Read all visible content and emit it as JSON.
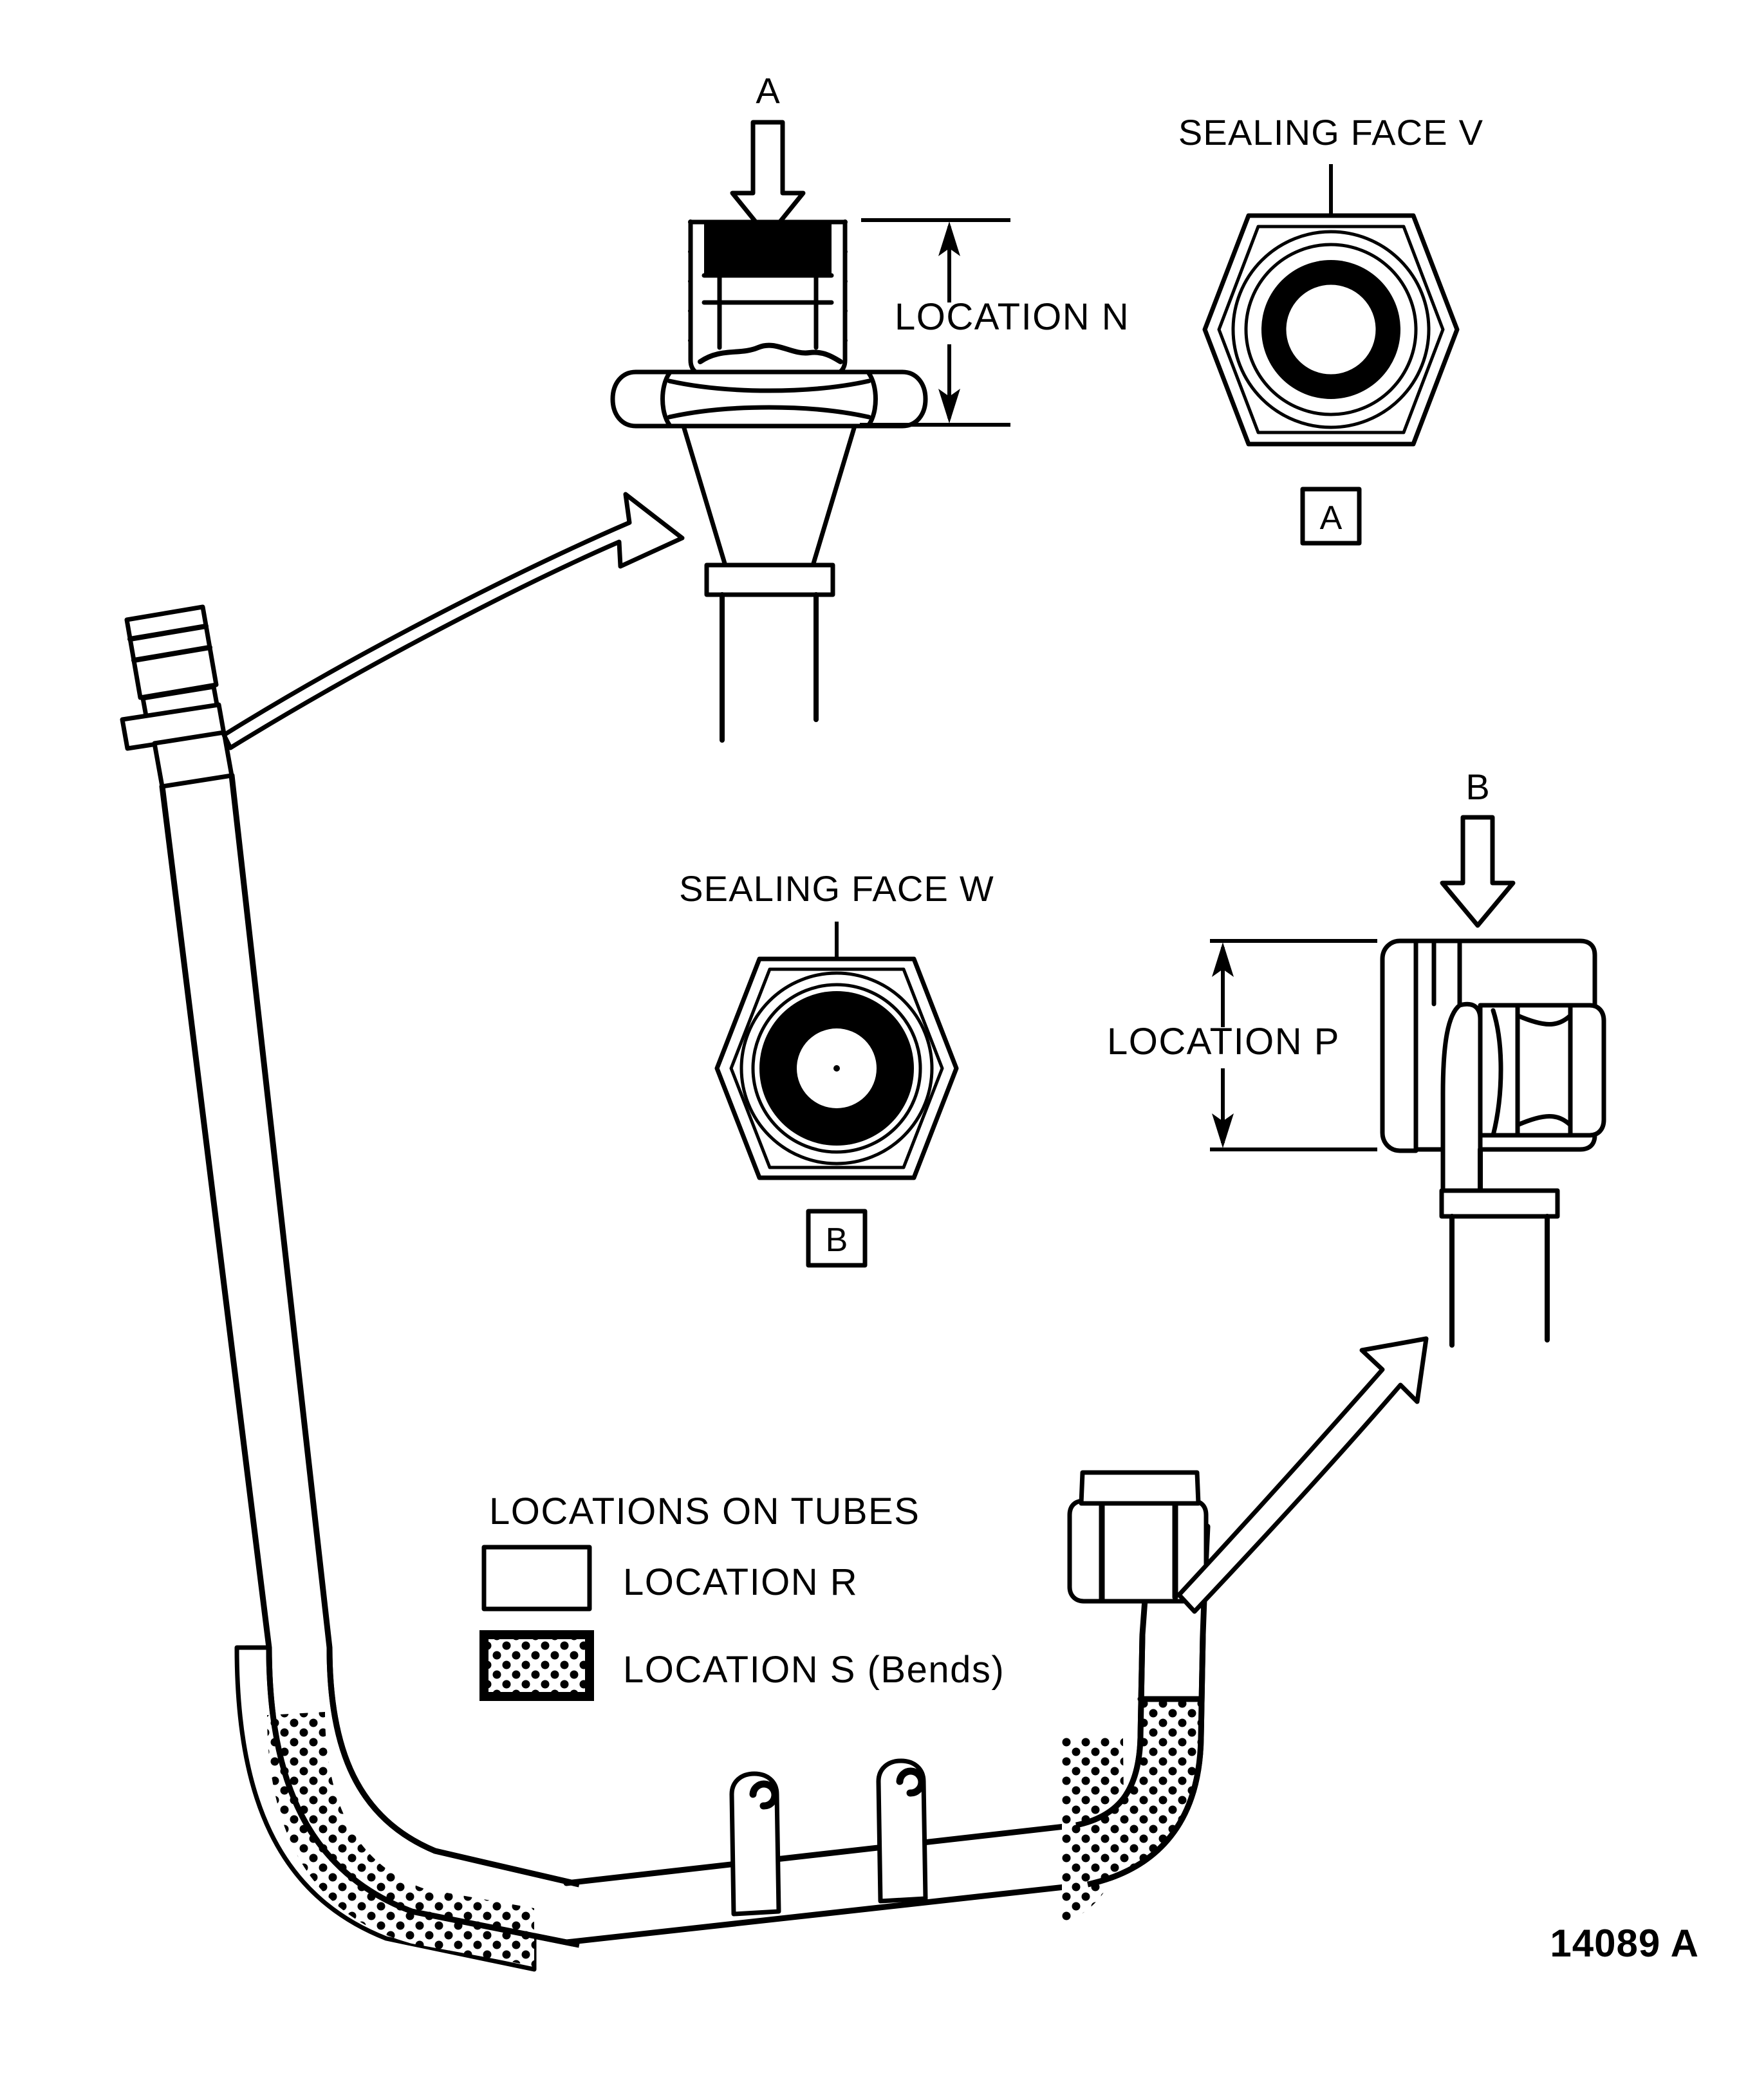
{
  "figure": {
    "reference_number": "14089 A"
  },
  "details": {
    "location_n": {
      "view_arrow_label": "A",
      "dimension_label": "LOCATION N"
    },
    "view_a": {
      "callout_label": "SEALING FACE V",
      "view_tag": "A"
    },
    "view_b": {
      "callout_label": "SEALING FACE W",
      "view_tag": "B"
    },
    "location_p": {
      "view_arrow_label": "B",
      "dimension_label": "LOCATION P"
    }
  },
  "legend": {
    "title": "LOCATIONS ON TUBES",
    "items": [
      {
        "label": "LOCATION R",
        "swatch": "plain"
      },
      {
        "label": "LOCATION S (Bends)",
        "swatch": "stippled"
      }
    ]
  },
  "colors": {
    "ink": "#000000",
    "paper": "#ffffff"
  }
}
